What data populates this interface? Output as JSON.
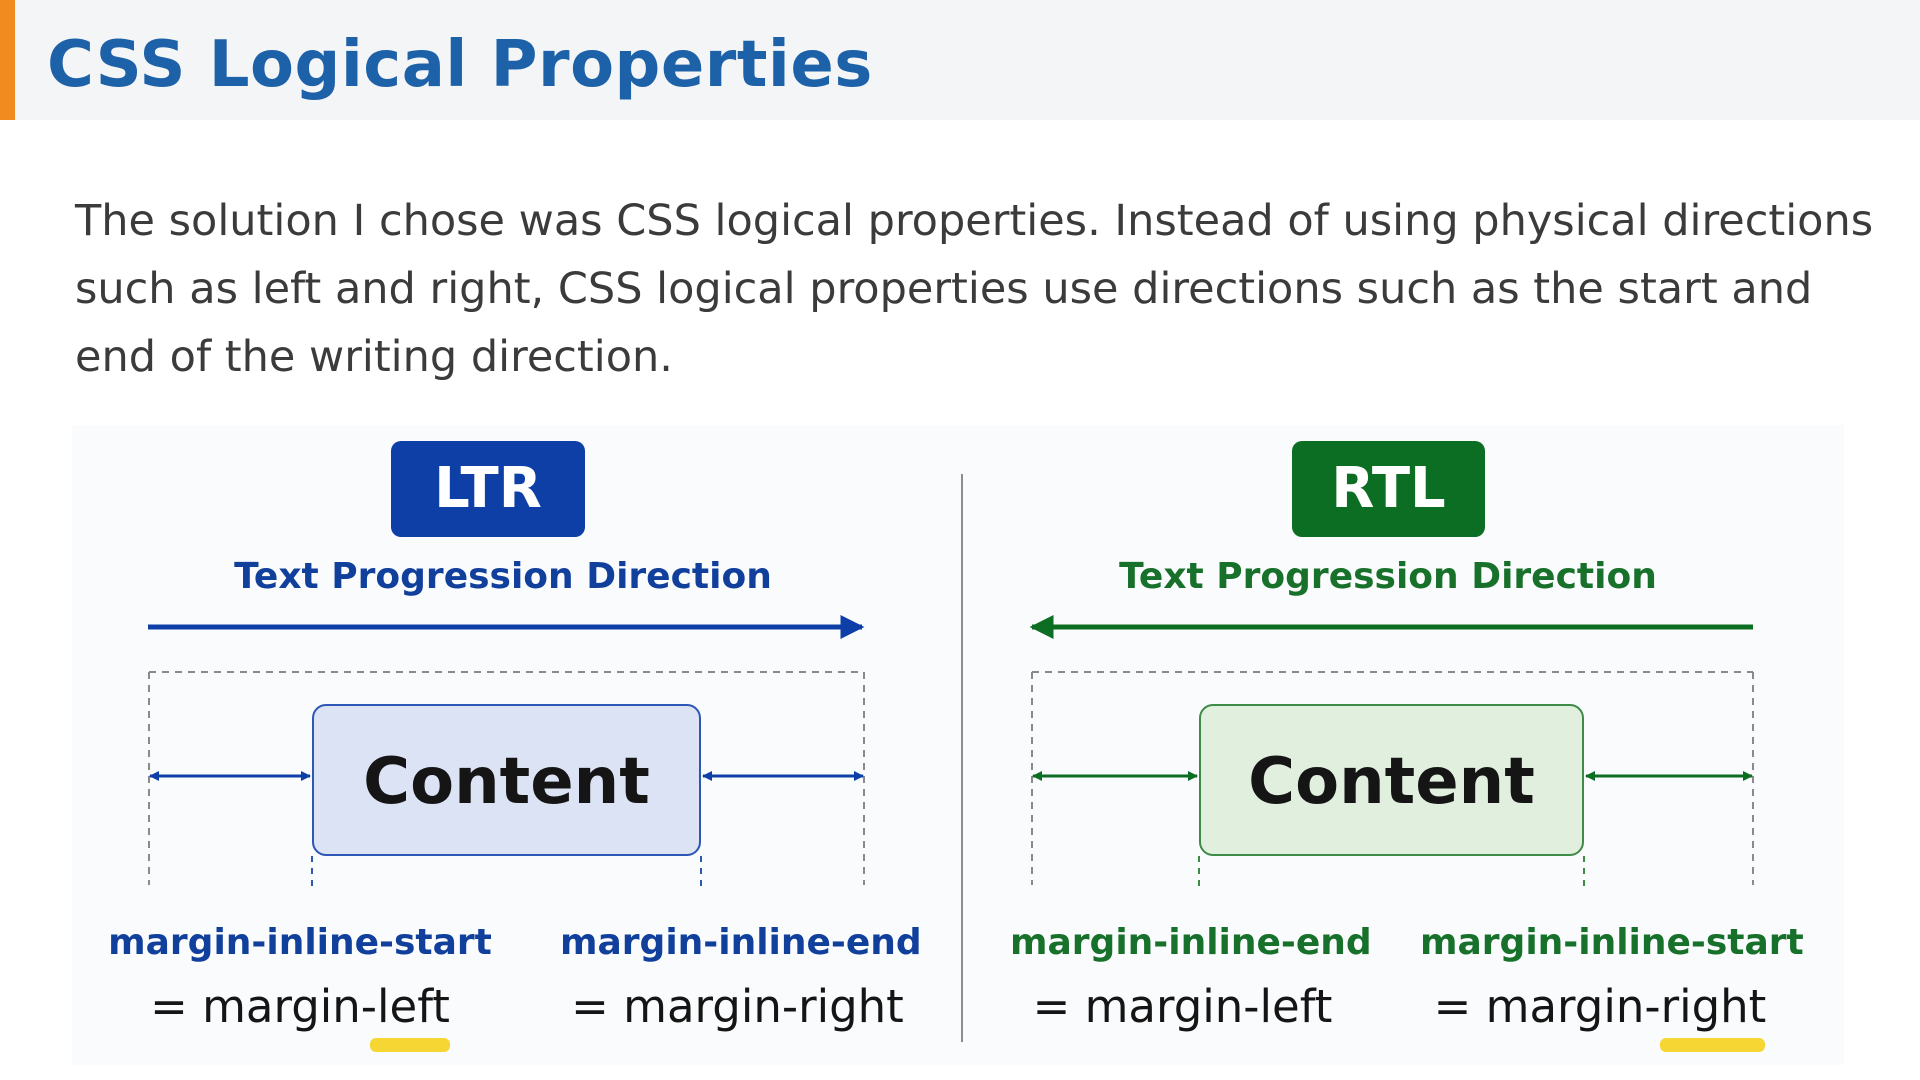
{
  "title": "CSS Logical Properties",
  "body": "The solution I chose was CSS logical properties. Instead of using physical directions such as left and right, CSS logical properties use directions such as the start and end of the writing direction.",
  "colors": {
    "title": "#1d61a8",
    "accent": "#f18a1f",
    "ltr": "#0d3fa7",
    "rtl": "#0c6e22",
    "highlight": "#f5d21c"
  },
  "ltr": {
    "badge": "LTR",
    "direction_label": "Text Progression Direction",
    "content": "Content",
    "left_margin": {
      "name": "margin-inline-start",
      "equals": "= margin-left"
    },
    "right_margin": {
      "name": "margin-inline-end",
      "equals": "= margin-right"
    }
  },
  "rtl": {
    "badge": "RTL",
    "direction_label": "Text Progression Direction",
    "content": "Content",
    "left_margin": {
      "name": "margin-inline-end",
      "equals": "= margin-left"
    },
    "right_margin": {
      "name": "margin-inline-start",
      "equals": "= margin-right"
    }
  }
}
